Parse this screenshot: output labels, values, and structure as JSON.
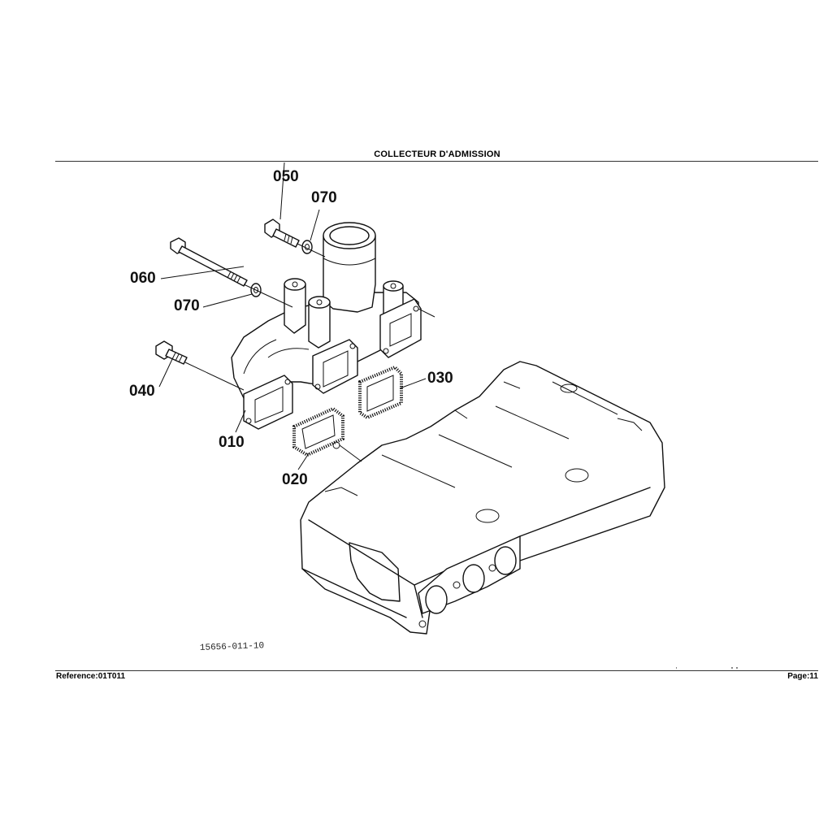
{
  "header": {
    "title": "COLLECTEUR D'ADMISSION"
  },
  "footer": {
    "reference": "Reference:01T011",
    "page": "Page:11"
  },
  "diagram": {
    "drawing_number": "15656-011-10",
    "callouts": {
      "c050": "050",
      "c070a": "070",
      "c060": "060",
      "c070b": "070",
      "c040": "040",
      "c030": "030",
      "c010": "010",
      "c020": "020"
    }
  }
}
